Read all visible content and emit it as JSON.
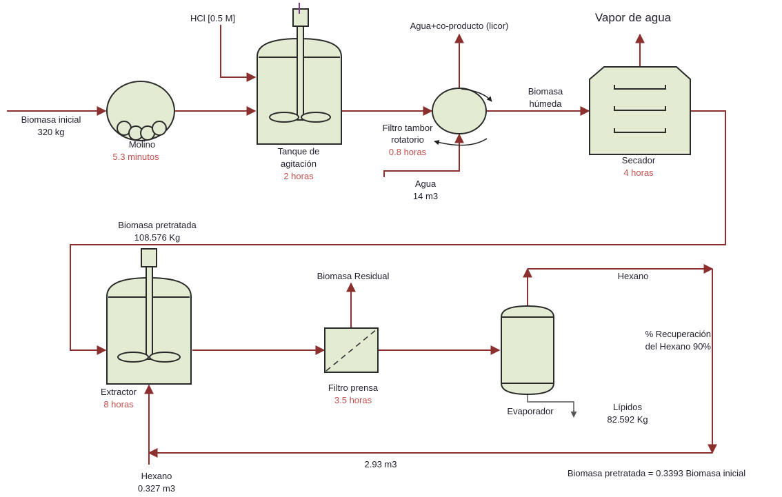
{
  "colors": {
    "stream": "#8b2f2f",
    "equipment_fill": "#e3ebd3",
    "equipment_stroke": "#2a2a2a",
    "time_label": "#c0504d",
    "text": "#1f1f2e"
  },
  "equipment": {
    "molino": {
      "name": "Molino",
      "time": "5.3 minutos"
    },
    "tanque": {
      "name_line1": "Tanque de",
      "name_line2": "agitación",
      "time": "2 horas"
    },
    "filtro_tambor": {
      "name_line1": "Filtro tambor",
      "name_line2": "rotatorio",
      "time": "0.8 horas"
    },
    "secador": {
      "name": "Secador",
      "time": "4 horas"
    },
    "extractor": {
      "name": "Extractor",
      "time": "8 horas"
    },
    "filtro_prensa": {
      "name": "Filtro prensa",
      "time": "3.5 horas"
    },
    "evaporador": {
      "name": "Evaporador"
    }
  },
  "streams": {
    "biomasa_inicial": {
      "line1": "Biomasa inicial",
      "line2": "320 kg"
    },
    "hcl": {
      "label": "HCl [0.5 M]"
    },
    "licor": {
      "label": "Agua+co-producto (licor)"
    },
    "agua": {
      "line1": "Agua",
      "line2": "14 m3"
    },
    "biomasa_humeda": {
      "line1": "Biomasa",
      "line2": "húmeda"
    },
    "vapor": {
      "label": "Vapor de agua"
    },
    "biomasa_pretratada": {
      "line1": "Biomasa pretratada",
      "line2": "108.576 Kg"
    },
    "biomasa_residual": {
      "label": "Biomasa Residual"
    },
    "hexano_recuperado": {
      "label": "Hexano"
    },
    "recuperacion": {
      "line1": "% Recuperación",
      "line2": "del Hexano 90%"
    },
    "lipidos": {
      "line1": "Lípidos",
      "line2": "82.592 Kg"
    },
    "reciclo": {
      "label": "2.93 m3"
    },
    "hexano_fresco": {
      "line1": "Hexano",
      "line2": "0.327 m3"
    }
  },
  "footnote": "Biomasa pretratada = 0.3393 Biomasa inicial"
}
